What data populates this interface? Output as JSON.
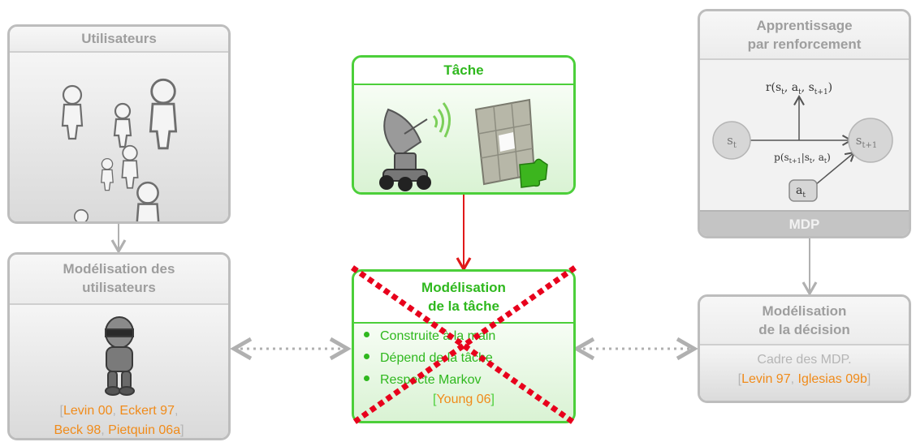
{
  "users_box": {
    "title": "Utilisateurs"
  },
  "user_model_box": {
    "title_l1": "Modélisation des",
    "title_l2": "utilisateurs",
    "open_bracket": "[",
    "refs": [
      "Levin 00",
      "Eckert 97",
      "Beck 98",
      "Pietquin 06a"
    ],
    "sep": ", ",
    "close_bracket": "]"
  },
  "task_box": {
    "title": "Tâche"
  },
  "task_model_box": {
    "title_l1": "Modélisation",
    "title_l2": "de la tâche",
    "bullets": [
      "Construite à la main",
      "Dépend de la tâche",
      "Respecte Markov"
    ],
    "open_bracket": "[",
    "ref": "Young 06",
    "close_bracket": "]"
  },
  "rl_box": {
    "title_l1": "Apprentissage",
    "title_l2": "par renforcement",
    "footer": "MDP",
    "diagram": {
      "state": "s",
      "state_sub": "t",
      "next_state": "s",
      "next_state_sub": "t+1",
      "action": "a",
      "action_sub": "t",
      "reward_label": "r(s",
      "reward_rest": "t",
      "transition_label": "p(s"
    }
  },
  "decision_box": {
    "title_l1": "Modélisation",
    "title_l2": "de la décision",
    "text": "Cadre des MDP.",
    "open_bracket": "[",
    "refs": [
      "Levin 97",
      "Iglesias 09b"
    ],
    "close_bracket": "]"
  },
  "colors": {
    "green": "#4ccf3a",
    "gray": "#bdbdbd",
    "red_arrow": "#e0191a",
    "cross": "#e8001c",
    "ref_orange": "#f08b1a"
  }
}
